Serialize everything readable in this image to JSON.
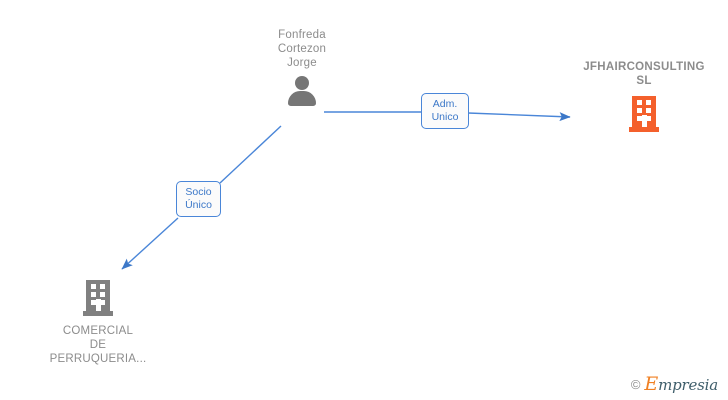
{
  "diagram": {
    "type": "org-relationship-graph",
    "background": "#ffffff",
    "nodes": [
      {
        "id": "person",
        "kind": "person",
        "icon": "person-icon",
        "label": "Fonfreda\nCortezon\nJorge",
        "color": "#767676"
      },
      {
        "id": "company-right",
        "kind": "company",
        "icon": "building-icon",
        "label": "JFHAIRCONSULTING\nSL",
        "color": "#f4602c"
      },
      {
        "id": "company-left",
        "kind": "company",
        "icon": "building-icon",
        "label": "COMERCIAL\nDE\nPERRUQUERIA...",
        "color": "#808080"
      }
    ],
    "edges": [
      {
        "id": "edge-adm",
        "from": "person",
        "to": "company-right",
        "label": "Adm.\nUnico",
        "color": "#3c78c8"
      },
      {
        "id": "edge-socio",
        "from": "person",
        "to": "company-left",
        "label": "Socio\nÚnico",
        "color": "#3c78c8"
      }
    ]
  },
  "watermark": {
    "copyright": "©",
    "brand_initial": "E",
    "brand_rest": "mpresia",
    "accent": "#f08023",
    "text_color": "#3f5e6b"
  }
}
